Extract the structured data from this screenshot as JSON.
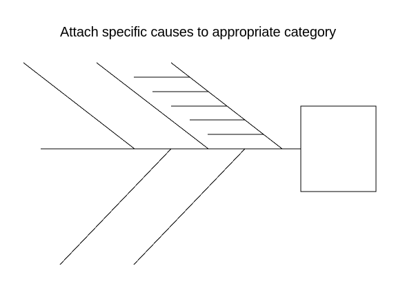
{
  "title": "Attach specific causes to appropriate category",
  "colors": {
    "background": "#ffffff",
    "line": "#000000"
  },
  "diagram": {
    "type": "fishbone",
    "effect_box_label": "",
    "category_bones": 5,
    "cause_lines_on_bone": 5
  }
}
